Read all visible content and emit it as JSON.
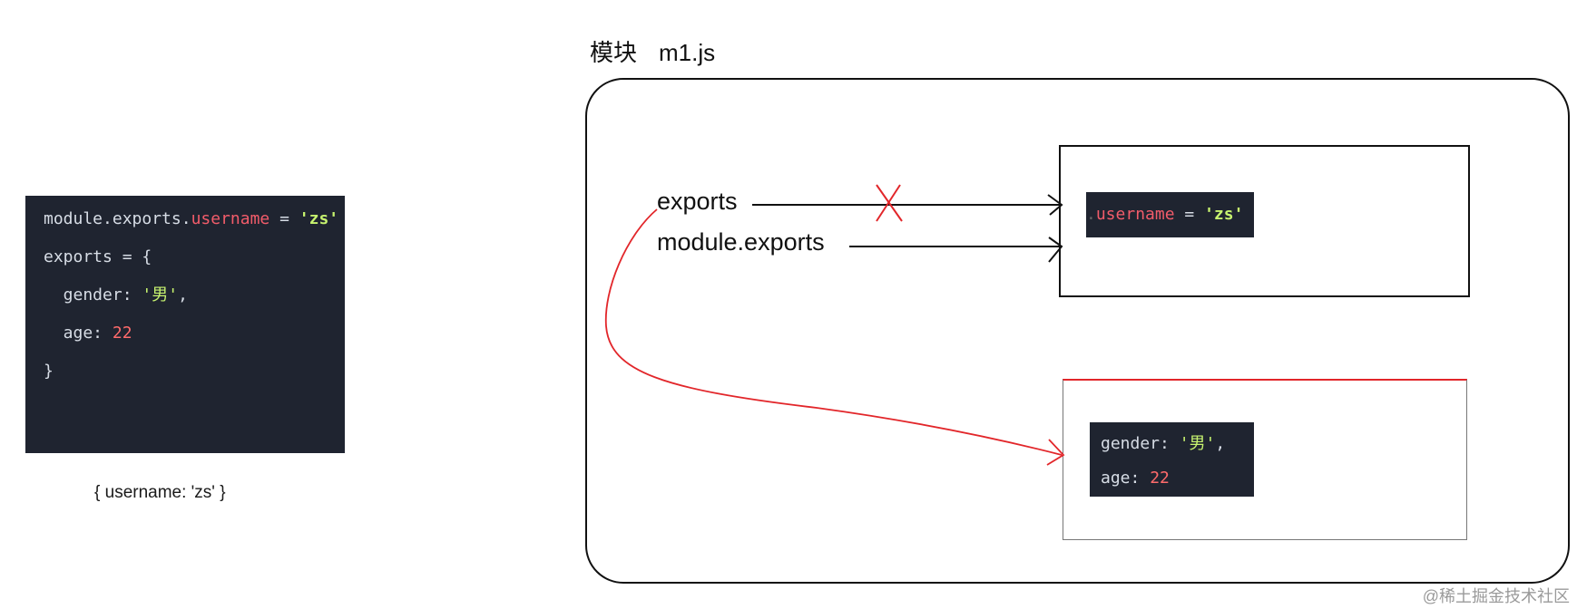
{
  "left_code": {
    "line1": {
      "a": "module.exports.",
      "b": "username",
      "c": " = ",
      "d": "'zs'"
    },
    "line2": "exports = {",
    "line3": {
      "a": "  gender: ",
      "b": "'男'",
      "c": ","
    },
    "line4": {
      "a": "  age: ",
      "b": "22"
    },
    "line5": "}"
  },
  "result_text": "{ username: 'zs' }",
  "module": {
    "title_label": "模块",
    "title_file": "m1.js"
  },
  "references": {
    "exports": "exports",
    "module_exports": "module.exports"
  },
  "object_a": {
    "prefix": ".",
    "prop": "username",
    "eq": " = ",
    "value": "'zs'"
  },
  "object_b": {
    "line1": {
      "a": "gender: ",
      "b": "'男'",
      "c": ","
    },
    "line2": {
      "a": "age: ",
      "b": "22"
    }
  },
  "watermark": "@稀土掘金技术社区",
  "colors": {
    "code_bg": "#1f2430",
    "property": "#f25c6a",
    "string": "#c7f36f",
    "number": "#ff6b6b",
    "arrow_red": "#e2262a"
  }
}
